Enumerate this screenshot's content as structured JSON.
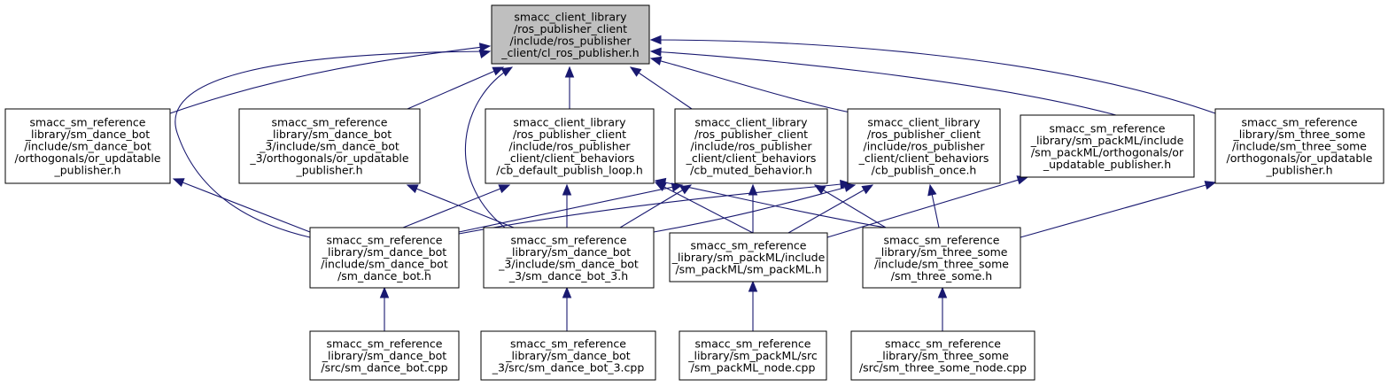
{
  "nodes": {
    "root": {
      "lines": [
        "smacc_client_library",
        "/ros_publisher_client",
        "/include/ros_publisher",
        "_client/cl_ros_publisher.h"
      ],
      "highlight": true
    },
    "or_updatable_dance": {
      "lines": [
        "smacc_sm_reference",
        "_library/sm_dance_bot",
        "/include/sm_dance_bot",
        "/orthogonals/or_updatable",
        "_publisher.h"
      ]
    },
    "or_updatable_dance3": {
      "lines": [
        "smacc_sm_reference",
        "_library/sm_dance_bot",
        "_3/include/sm_dance_bot",
        "_3/orthogonals/or_updatable",
        "_publisher.h"
      ]
    },
    "cb_default_publish_loop": {
      "lines": [
        "smacc_client_library",
        "/ros_publisher_client",
        "/include/ros_publisher",
        "_client/client_behaviors",
        "/cb_default_publish_loop.h"
      ]
    },
    "cb_muted_behavior": {
      "lines": [
        "smacc_client_library",
        "/ros_publisher_client",
        "/include/ros_publisher",
        "_client/client_behaviors",
        "/cb_muted_behavior.h"
      ]
    },
    "cb_publish_once": {
      "lines": [
        "smacc_client_library",
        "/ros_publisher_client",
        "/include/ros_publisher",
        "_client/client_behaviors",
        "/cb_publish_once.h"
      ]
    },
    "or_updatable_packml": {
      "lines": [
        "smacc_sm_reference",
        "_library/sm_packML/include",
        "/sm_packML/orthogonals/or",
        "_updatable_publisher.h"
      ]
    },
    "or_updatable_three": {
      "lines": [
        "smacc_sm_reference",
        "_library/sm_three_some",
        "/include/sm_three_some",
        "/orthogonals/or_updatable",
        "_publisher.h"
      ]
    },
    "sm_dance_bot_h": {
      "lines": [
        "smacc_sm_reference",
        "_library/sm_dance_bot",
        "/include/sm_dance_bot",
        "/sm_dance_bot.h"
      ]
    },
    "sm_dance_bot_3_h": {
      "lines": [
        "smacc_sm_reference",
        "_library/sm_dance_bot",
        "_3/include/sm_dance_bot",
        "_3/sm_dance_bot_3.h"
      ]
    },
    "sm_packml_h": {
      "lines": [
        "smacc_sm_reference",
        "_library/sm_packML/include",
        "/sm_packML/sm_packML.h"
      ]
    },
    "sm_three_some_h": {
      "lines": [
        "smacc_sm_reference",
        "_library/sm_three_some",
        "/include/sm_three_some",
        "/sm_three_some.h"
      ]
    },
    "sm_dance_bot_cpp": {
      "lines": [
        "smacc_sm_reference",
        "_library/sm_dance_bot",
        "/src/sm_dance_bot.cpp"
      ]
    },
    "sm_dance_bot_3_cpp": {
      "lines": [
        "smacc_sm_reference",
        "_library/sm_dance_bot",
        "_3/src/sm_dance_bot_3.cpp"
      ]
    },
    "sm_packml_node_cpp": {
      "lines": [
        "smacc_sm_reference",
        "_library/sm_packML/src",
        "/sm_packML_node.cpp"
      ]
    },
    "sm_three_some_node_cpp": {
      "lines": [
        "smacc_sm_reference",
        "_library/sm_three_some",
        "/src/sm_three_some_node.cpp"
      ]
    }
  },
  "colors": {
    "edge": "#191970",
    "root_fill": "#bfbfbf",
    "node_fill": "#ffffff"
  }
}
